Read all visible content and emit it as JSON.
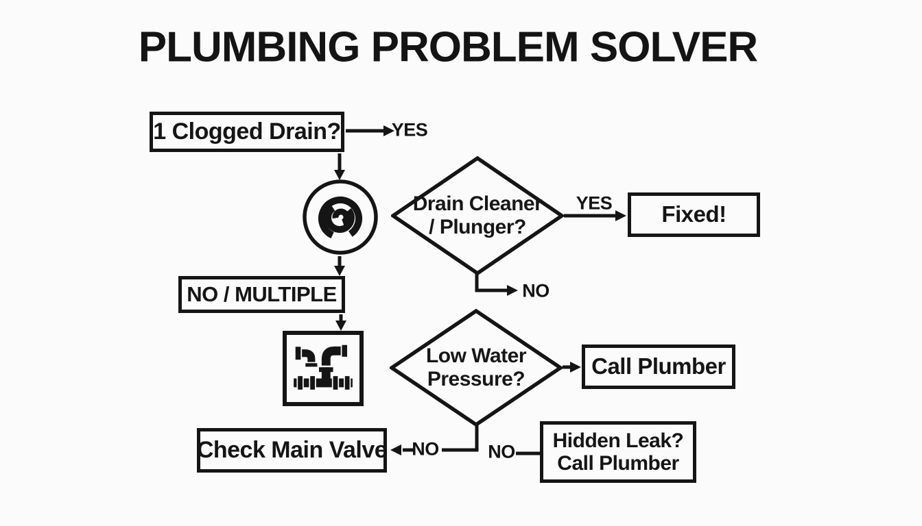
{
  "title": "PLUMBING PROBLEM SOLVER",
  "nodes": {
    "clogged_drain": {
      "label": "1 Clogged Drain?"
    },
    "drain_cleaner": {
      "line1": "Drain Cleaner",
      "line2": "/ Plunger?"
    },
    "fixed": {
      "label": "Fixed!"
    },
    "no_multiple": {
      "label": "NO / MULTIPLE"
    },
    "low_pressure": {
      "line1": "Low Water",
      "line2": "Pressure?"
    },
    "call_plumber": {
      "label": "Call Plumber"
    },
    "check_main_valve": {
      "label": "Check Main Valve"
    },
    "hidden_leak": {
      "line1": "Hidden Leak?",
      "line2": "Call Plumber"
    }
  },
  "icons": {
    "drain_swirl": "drain-swirl-icon",
    "pipes": "pipe-fittings-icon"
  },
  "edge_labels": {
    "clogged_yes": "YES",
    "cleaner_yes": "YES",
    "cleaner_no": "NO",
    "pressure_no_left": "NO",
    "pressure_no_right": "NO"
  },
  "colors": {
    "ink": "#151515",
    "background": "#fbfbfb"
  }
}
